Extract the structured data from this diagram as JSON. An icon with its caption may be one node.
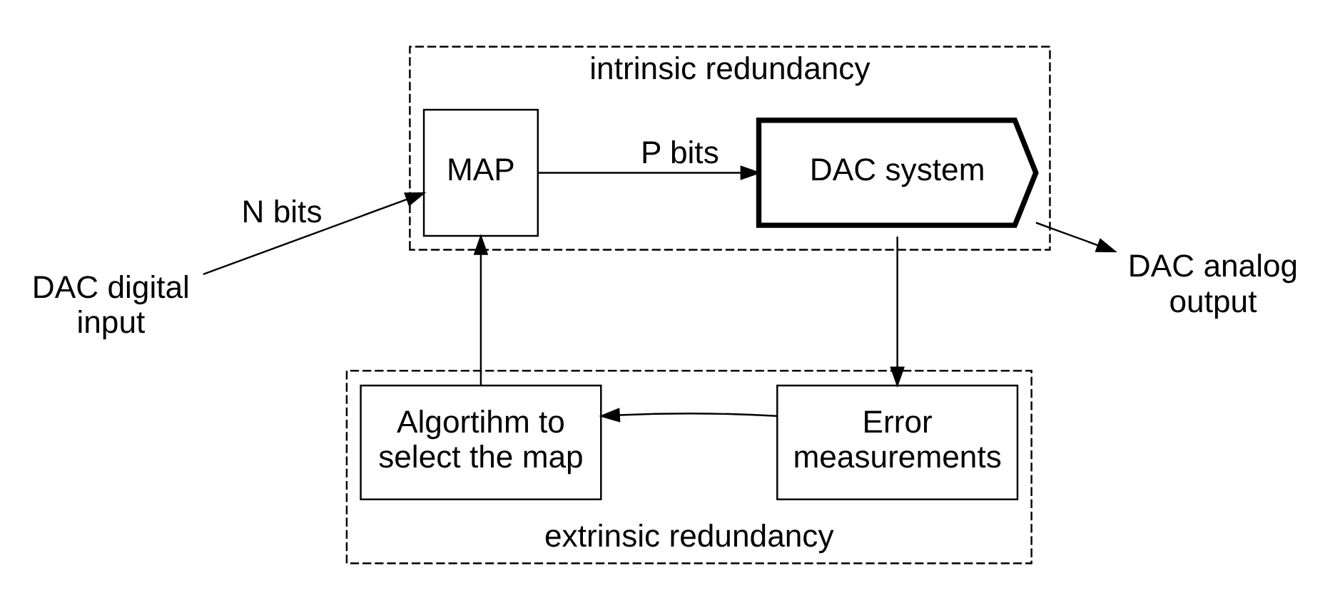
{
  "diagram": {
    "nodes": [
      {
        "text": [
          "intrinsic redundancy"
        ]
      },
      {
        "text": [
          "MAP"
        ],
        "in": 0
      },
      {
        "text": [
          "DAC system"
        ],
        "in": 0
      },
      {
        "text": [
          "extrinsic redundancy"
        ]
      },
      {
        "text": [
          "Algortihm to select the map"
        ],
        "in": 3
      },
      {
        "text": [
          "Error measurements"
        ],
        "in": 3
      },
      {
        "text": [
          "DAC digital input"
        ]
      },
      {
        "text": [
          "DAC analog output"
        ]
      }
    ],
    "edges": [
      {
        "from": 6,
        "to": 1,
        "arrow": "to",
        "label": "N bits"
      },
      {
        "from": 1,
        "to": 2,
        "arrow": "to",
        "label": "P bits"
      },
      {
        "from": 2,
        "to": 7,
        "arrow": "to"
      },
      {
        "from": 2,
        "to": 5,
        "arrow": "to"
      },
      {
        "from": 5,
        "to": 4,
        "arrow": "to"
      },
      {
        "from": 4,
        "to": 1,
        "arrow": "to"
      }
    ]
  }
}
